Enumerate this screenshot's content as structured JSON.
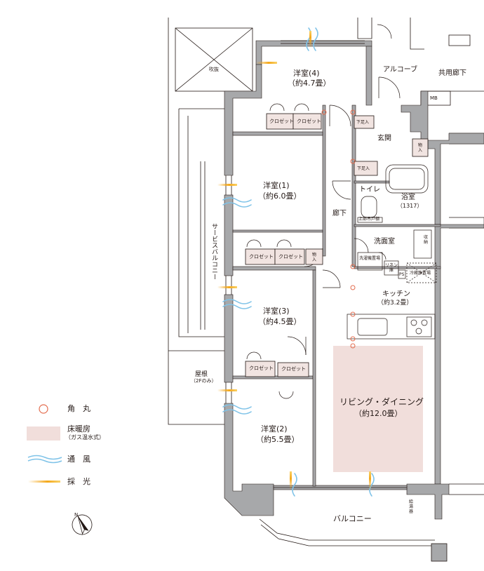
{
  "rooms": {
    "western4": {
      "name": "洋室(4)",
      "size": "（約4.7畳）"
    },
    "western1": {
      "name": "洋室(1)",
      "size": "（約6.0畳）"
    },
    "western3": {
      "name": "洋室(3)",
      "size": "（約4.5畳）"
    },
    "western2": {
      "name": "洋室(2)",
      "size": "（約5.5畳）"
    },
    "living": {
      "name": "リビング・ダイニング",
      "size": "（約12.0畳）"
    },
    "kitchen": {
      "name": "キッチン",
      "size": "（約3.2畳）"
    },
    "bath": {
      "name": "浴室",
      "size": "（1317）"
    },
    "entrance": "玄関",
    "toilet": "トイレ",
    "hallway": "廊下",
    "washroom": "洗面室",
    "alcove": "アルコーブ",
    "common_corridor": "共用廊下",
    "balcony": "バルコニー",
    "service_balcony": "サービスバルコニー",
    "roof": {
      "name": "屋根",
      "note": "（2Fのみ）"
    },
    "fukinuke": "吹抜"
  },
  "fixtures": {
    "closet": "クロゼット",
    "shoe_box": "下足入",
    "storage": "物入",
    "mb": "MB",
    "ps": "PS",
    "fridge": "冷蔵庫置場",
    "washer": "洗濯機置場",
    "linen": "リネン庫",
    "toilet_tank": "上部吊戸棚",
    "shelf": "収納",
    "water_heater": "給湯器"
  },
  "legend": {
    "corner": "角　丸",
    "floor_heating": "床暖房",
    "floor_heating_note": "（ガス温水式）",
    "ventilation": "通　風",
    "daylight": "採　光"
  },
  "compass": "N",
  "colors": {
    "wall": "#a7a8aa",
    "line": "#231815",
    "closet_fill": "#f1e4e1",
    "heating_fill": "#f1dedb",
    "corner_ring": "#e36d4f",
    "wind": "#7fc3e8",
    "light": "#f4a81a"
  }
}
